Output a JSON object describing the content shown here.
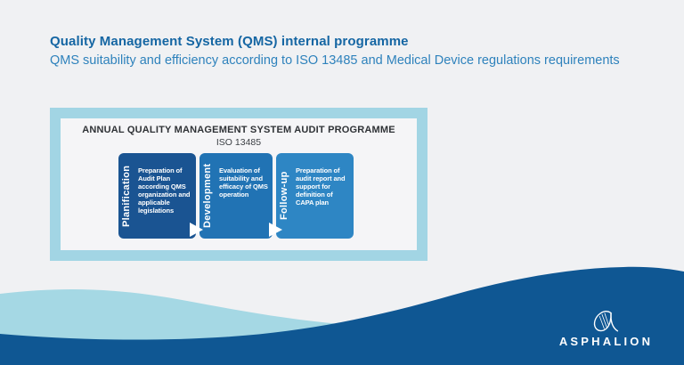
{
  "page": {
    "background_color": "#f0f1f3"
  },
  "header": {
    "title": "Quality Management System (QMS) internal programme",
    "subtitle": "QMS suitability and efficiency according to ISO 13485 and Medical Device regulations requirements",
    "title_color": "#1566a3",
    "subtitle_color": "#2e82bc"
  },
  "diagram": {
    "title": "ANNUAL QUALITY MANAGEMENT SYSTEM AUDIT PROGRAMME",
    "subtitle": "ISO 13485",
    "border_color": "#a2d5e4",
    "inner_background": "#f5f5f7",
    "arrow_icon": "right-arrow-icon",
    "stages": [
      {
        "label": "Planification",
        "text": "Preparation of Audit Plan according QMS organization and applicable legislations",
        "color": "#1a5492"
      },
      {
        "label": "Development",
        "text": "Evaluation of suitability and efficacy of QMS operation",
        "color": "#2173b4"
      },
      {
        "label": "Follow-up",
        "text": "Preparation of audit report and support for definition of CAPA plan",
        "color": "#2e86c4"
      }
    ]
  },
  "footer": {
    "brand": "ASPHALION",
    "logo_icon": "alpha-icon",
    "wave_light_color": "#a5d8e4",
    "wave_dark_color": "#0f5793"
  }
}
